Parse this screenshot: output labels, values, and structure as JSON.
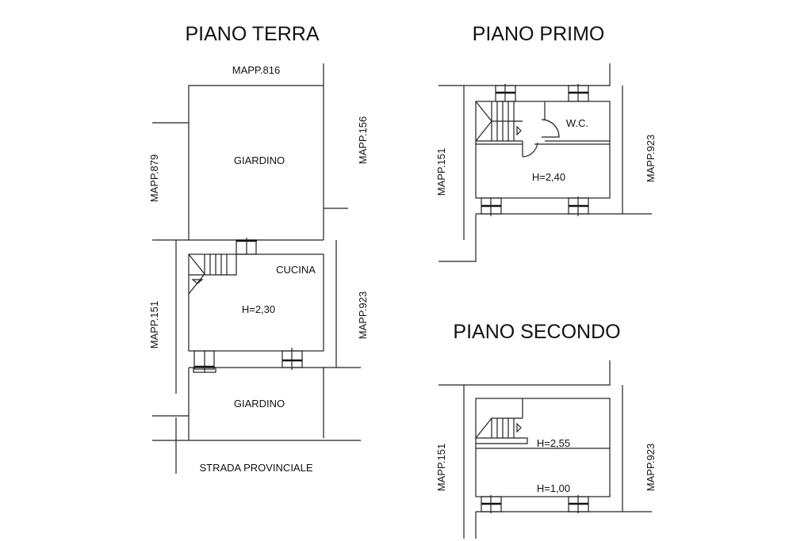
{
  "titles": {
    "ground": "PIANO TERRA",
    "first": "PIANO PRIMO",
    "second": "PIANO SECONDO"
  },
  "ground": {
    "mapp_top": "MAPP.816",
    "mapp_left_top": "MAPP.879",
    "mapp_right_top": "MAPP.156",
    "mapp_left_bottom": "MAPP.151",
    "mapp_right_bottom": "MAPP.923",
    "garden_rear": "GIARDINO",
    "kitchen": "CUCINA",
    "kitchen_height": "H=2,30",
    "garden_front": "GIARDINO",
    "road": "STRADA PROVINCIALE"
  },
  "first": {
    "mapp_left": "MAPP.151",
    "mapp_right": "MAPP.923",
    "wc": "W.C.",
    "room_height": "H=2,40"
  },
  "second": {
    "mapp_left": "MAPP.151",
    "mapp_right": "MAPP.923",
    "height_a": "H=2,55",
    "height_b": "H=1,00"
  }
}
